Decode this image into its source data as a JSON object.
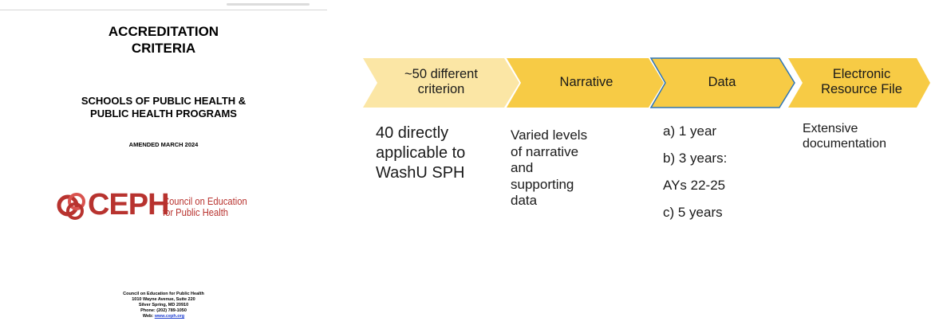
{
  "cover": {
    "title_line1": "ACCREDITATION",
    "title_line2": "CRITERIA",
    "subtitle_line1": "SCHOOLS OF PUBLIC HEALTH &",
    "subtitle_line2": "PUBLIC HEALTH PROGRAMS",
    "amended": "AMENDED MARCH 2024",
    "logo": {
      "icon": "ceph-rings-icon",
      "wordmark": "CEPH",
      "tagline_line1": "Council on Education",
      "tagline_line2": "for Public Health",
      "color": "#b8332f"
    },
    "address": {
      "line1": "Council on Education for Public Health",
      "line2": "1010 Wayne Avenue, Suite 220",
      "line3": "Silver Spring, MD 20910",
      "line4": "Phone: (202) 789-1050",
      "web_label": "Web: ",
      "web_link": "www.ceph.org"
    }
  },
  "process": {
    "colors": {
      "gold": "#f7cb45",
      "light_gold": "#fbe6a5",
      "outline": "#2e75b6"
    },
    "steps": [
      {
        "label_line1": "~50 different",
        "label_line2": "criterion",
        "style": "light"
      },
      {
        "label_line1": "Narrative",
        "label_line2": "",
        "style": "gold"
      },
      {
        "label_line1": "Data",
        "label_line2": "",
        "style": "outlined"
      },
      {
        "label_line1": "Electronic",
        "label_line2": "Resource File",
        "style": "gold"
      }
    ],
    "descriptions": {
      "criterion": [
        "40 directly",
        "applicable to",
        "WashU SPH"
      ],
      "narrative": [
        "Varied levels",
        "of narrative",
        "and",
        "supporting",
        "data"
      ],
      "data": [
        "a) 1 year",
        "b) 3 years:",
        "AYs 22-25",
        "c) 5 years"
      ],
      "erf": [
        "Extensive",
        "documentation"
      ]
    }
  }
}
